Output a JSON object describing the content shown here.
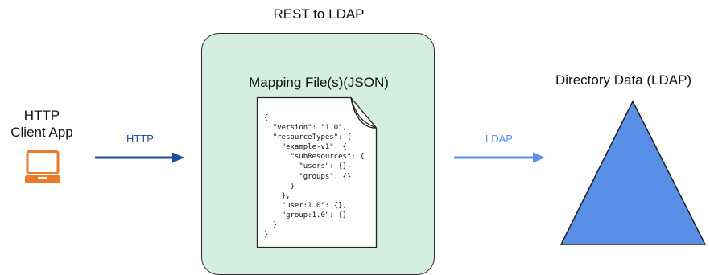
{
  "mapping_box": {
    "outer_title": "REST to LDAP",
    "inner_title": "Mapping File(s)(JSON)",
    "json_lines": [
      "{",
      "  \"version\": \"1.0\",",
      "  \"resourceTypes\": {",
      "    \"example-v1\": {",
      "      \"subResources\": {",
      "        \"users\": {},",
      "        \"groups\": {}",
      "      }",
      "    },",
      "    \"user:1.0\": {},",
      "    \"group:1.0\": {}",
      "  }",
      "}"
    ]
  },
  "client": {
    "label_line1": "HTTP",
    "label_line2": "Client App",
    "icon": "laptop-icon"
  },
  "edges": {
    "http_label": "HTTP",
    "ldap_label": "LDAP"
  },
  "directory": {
    "label": "Directory Data (LDAP)",
    "shape": "triangle"
  },
  "colors": {
    "box_fill": "#d4efe2",
    "http_arrow": "#1f4f99",
    "ldap_arrow": "#5b8ff0",
    "triangle_fill": "#5a8fe8",
    "laptop": "#ea7b2a"
  }
}
